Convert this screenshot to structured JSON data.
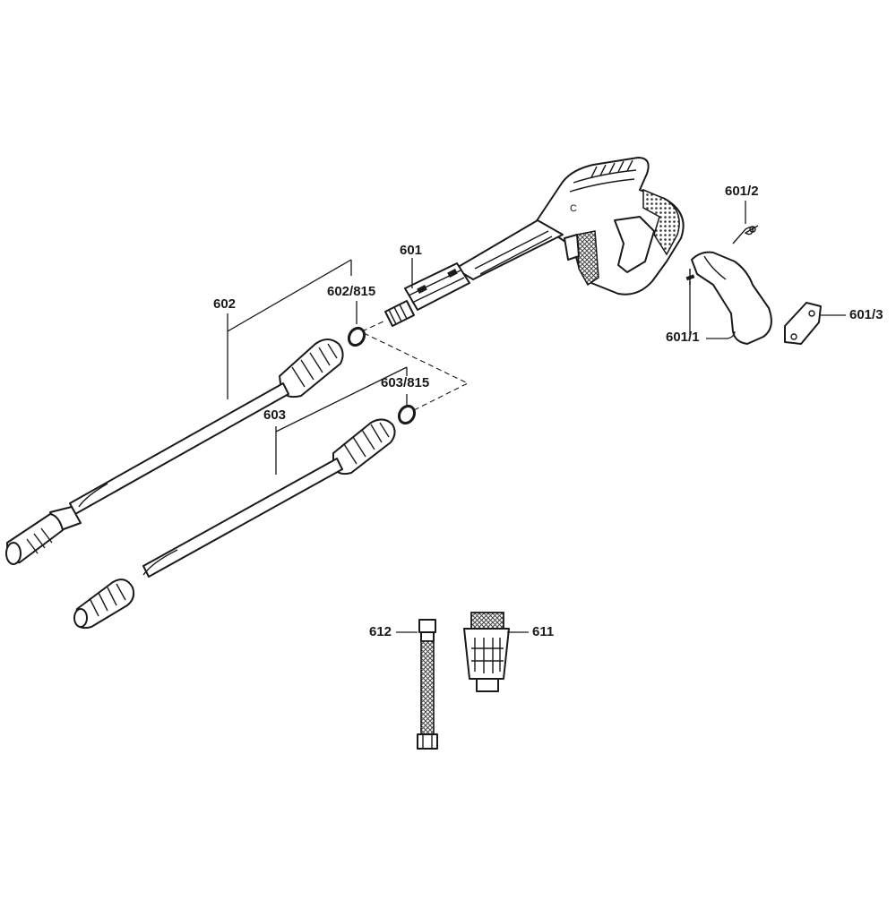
{
  "diagram": {
    "type": "exploded-parts-view",
    "labels": {
      "p601": "601",
      "p601_1": "601/1",
      "p601_2": "601/2",
      "p601_3": "601/3",
      "p602": "602",
      "p602_815": "602/815",
      "p603": "603",
      "p603_815": "603/815",
      "p611": "611",
      "p612": "612"
    }
  }
}
